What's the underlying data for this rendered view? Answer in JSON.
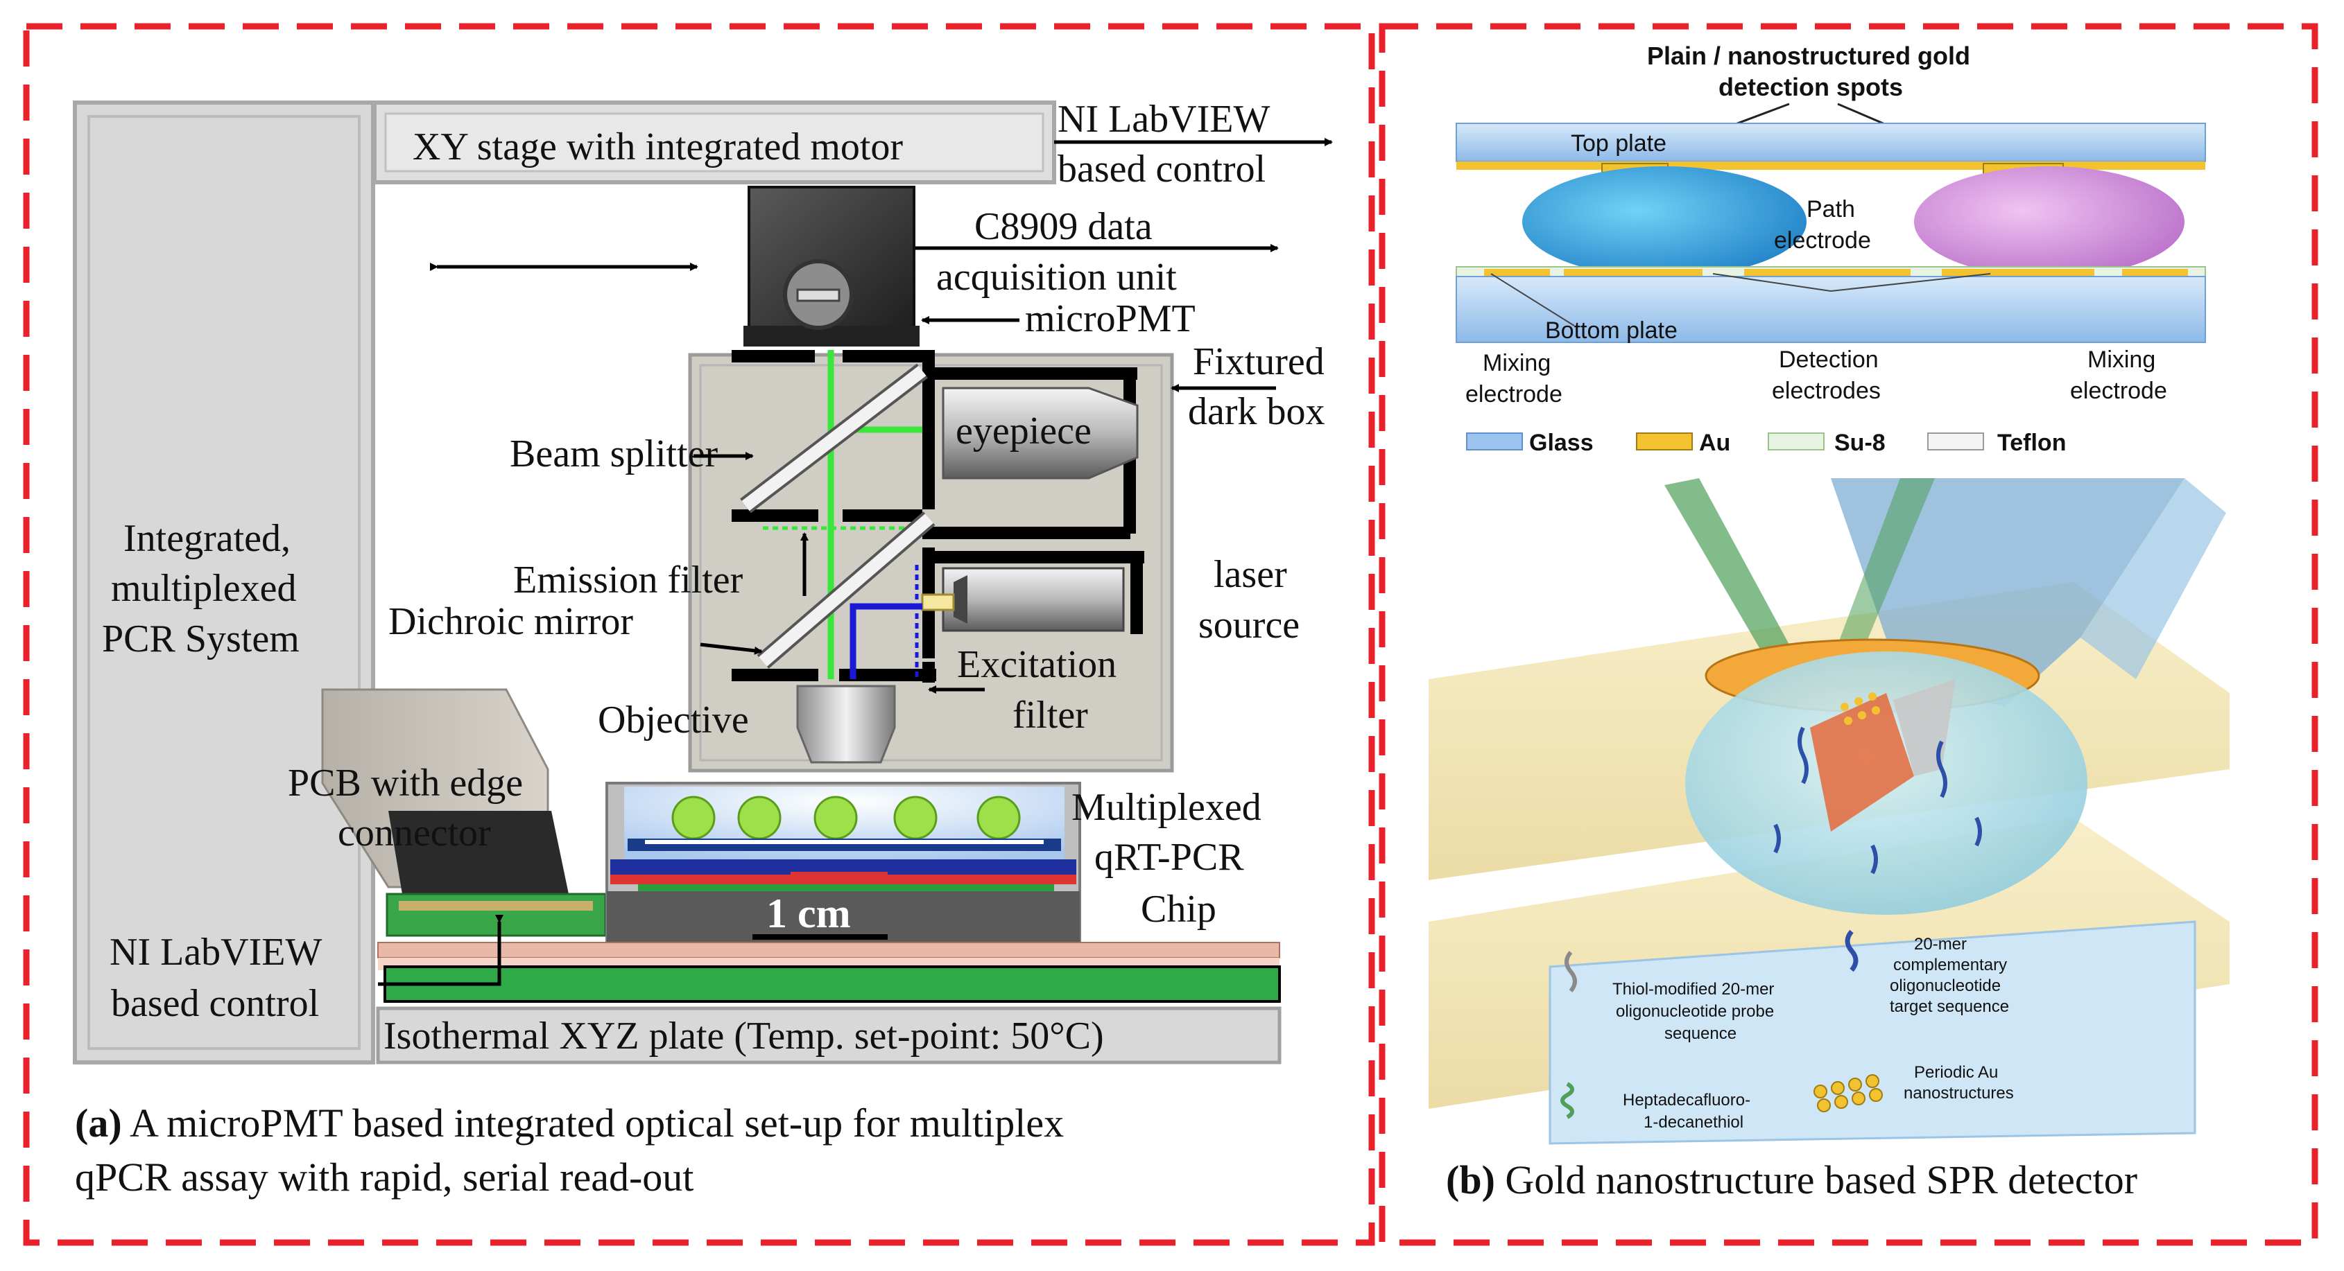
{
  "panel_a": {
    "labels": {
      "xy_stage": "XY stage with integrated motor",
      "labview_top_1": "NI LabVIEW",
      "labview_top_2": "based control",
      "c8909_1": "C8909 data",
      "c8909_2": "acquisition unit",
      "micropmt": "microPMT",
      "fixtured_1": "Fixtured",
      "fixtured_2": "dark box",
      "eyepiece": "eyepiece",
      "beam_splitter": "Beam splitter",
      "emission_filter": "Emission filter",
      "dichroic_mirror": "Dichroic mirror",
      "laser_1": "laser",
      "laser_2": "source",
      "excitation_1": "Excitation",
      "excitation_2": "filter",
      "objective": "Objective",
      "integrated_1": "Integrated,",
      "integrated_2": "multiplexed",
      "integrated_3": "PCR System",
      "pcb_1": "PCB with edge",
      "pcb_2": "connector",
      "multiplexed_1": "Multiplexed",
      "multiplexed_2": "qRT-PCR",
      "multiplexed_3": "Chip",
      "scale": "1 cm",
      "labview_bottom_1": "NI LabVIEW",
      "labview_bottom_2": "based control",
      "isothermal": "Isothermal XYZ plate (Temp. set-point: 50°C)"
    },
    "caption_bold": "(a)",
    "caption_line1": " A microPMT based integrated optical set-up for multiplex",
    "caption_line2": "qPCR assay with rapid, serial read-out"
  },
  "panel_b": {
    "header_1": "Plain / nanostructured gold",
    "header_2": "detection spots",
    "top_plate": "Top plate",
    "path_1": "Path",
    "path_2": "electrode",
    "bottom_plate": "Bottom plate",
    "mixing_left_1": "Mixing",
    "mixing_left_2": "electrode",
    "detection_1": "Detection",
    "detection_2": "electrodes",
    "mixing_right_1": "Mixing",
    "mixing_right_2": "electrode",
    "legend": [
      "Glass",
      "Au",
      "Su-8",
      "Teflon"
    ],
    "inset": {
      "thiol": [
        "Thiol-modified 20-mer",
        "oligonucleotide probe",
        "sequence"
      ],
      "complementary": [
        "20-mer",
        "complementary",
        "oligonucleotide",
        "target sequence"
      ],
      "hepta": [
        "Heptadecafluoro-",
        "1-decanethiol"
      ],
      "periodic": [
        "Periodic Au",
        "nanostructures"
      ]
    },
    "caption_bold": "(b)",
    "caption_text": " Gold nanostructure based SPR detector"
  },
  "colors": {
    "dash_border": "#e8212a",
    "laser_green": "#39e639",
    "excitation_blue": "#1a1ad6",
    "glass": "#9cc4ee",
    "gold": "#f2c230",
    "droplet_blue": "#2aa7e0",
    "droplet_pink": "#d18ad8"
  }
}
